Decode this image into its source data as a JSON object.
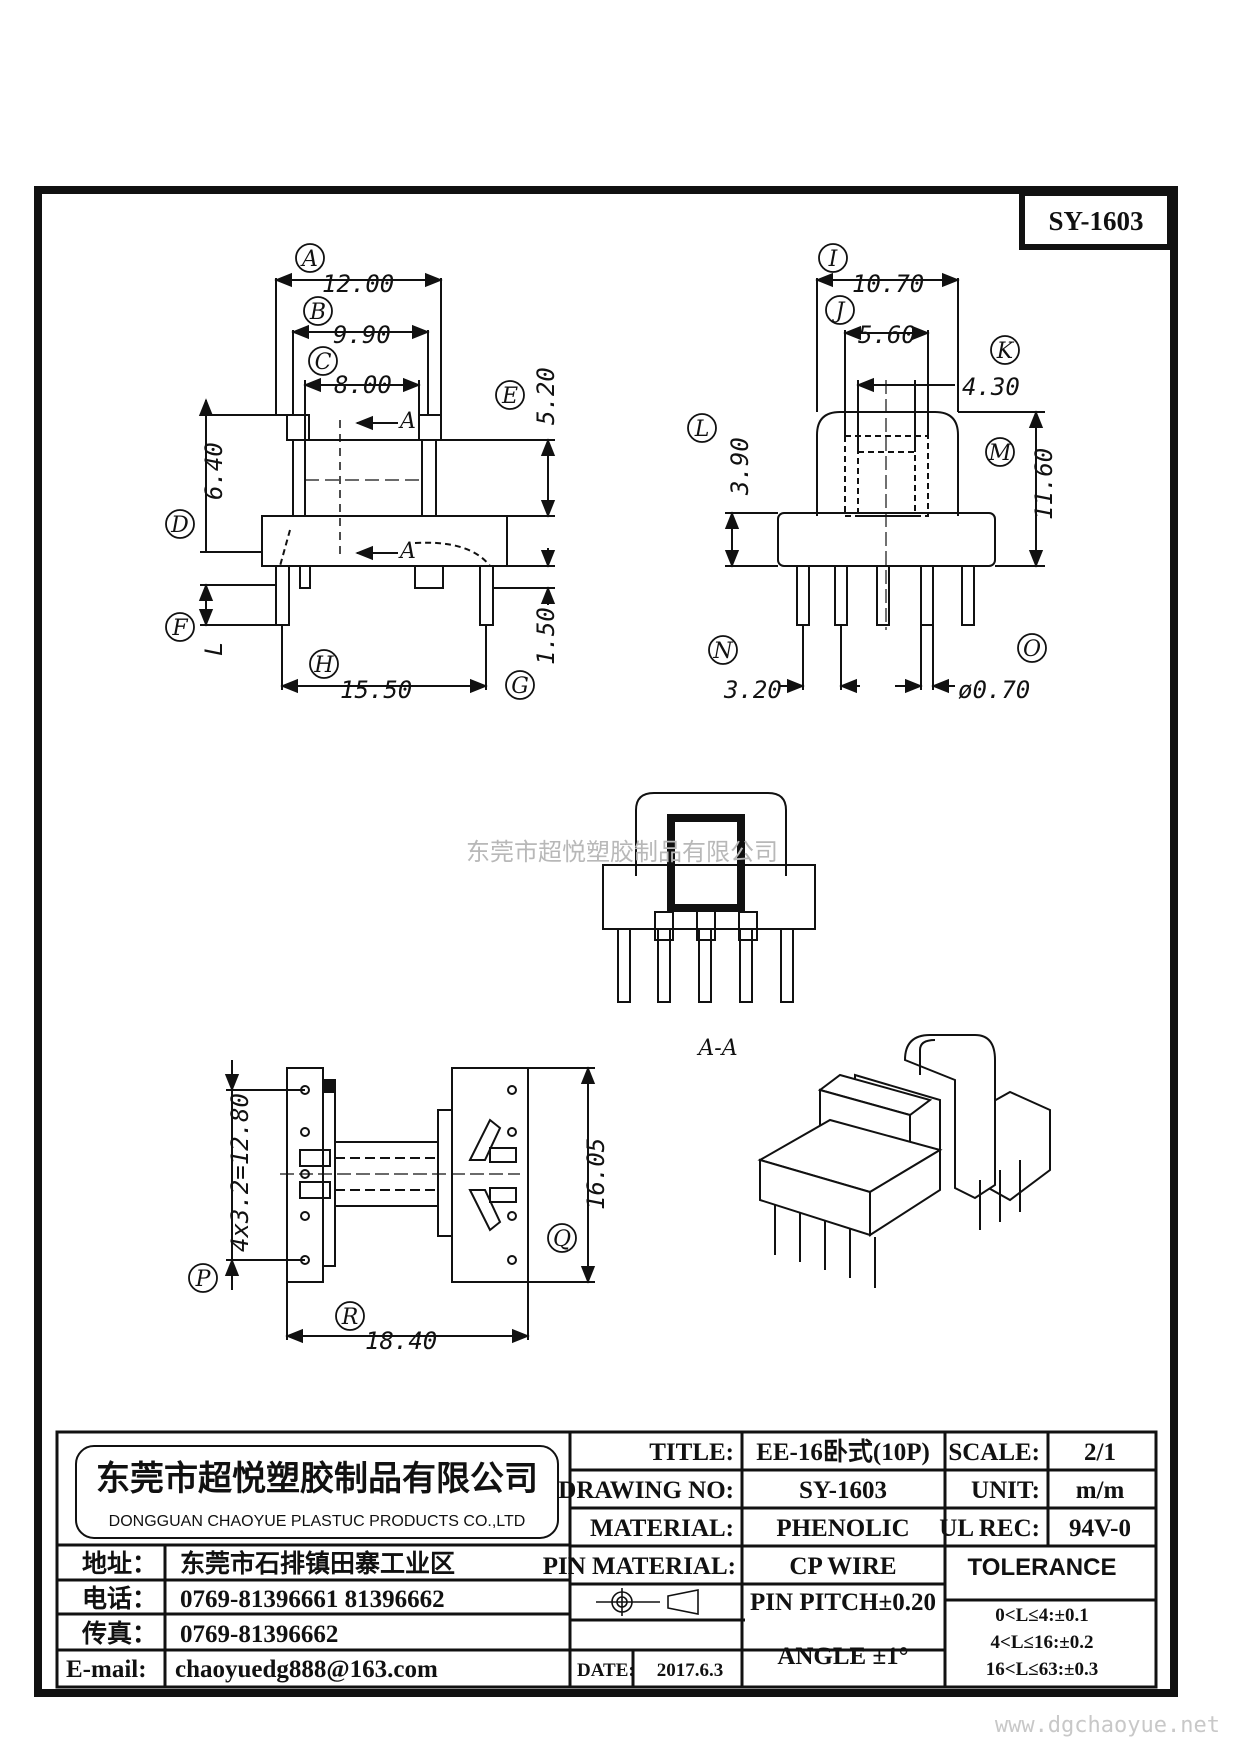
{
  "drawing_code": "SY-1603",
  "front_view": {
    "dim_A": "12.00",
    "dim_B": "9.90",
    "dim_C": "8.00",
    "dim_D": "6.40",
    "dim_E": "5.20",
    "dim_F": "L",
    "dim_G": "1.50",
    "dim_H": "15.50",
    "section_mark": "A",
    "letters": [
      "A",
      "B",
      "C",
      "D",
      "E",
      "F",
      "G",
      "H"
    ]
  },
  "side_view": {
    "dim_I": "10.70",
    "dim_J": "5.60",
    "dim_K": "4.30",
    "dim_L": "3.90",
    "dim_M": "11.60",
    "dim_N": "3.20",
    "dim_O": "ø0.70",
    "letters": [
      "I",
      "J",
      "K",
      "L",
      "M",
      "N",
      "O"
    ]
  },
  "section_view": {
    "label": "A-A"
  },
  "bottom_view": {
    "dim_P": "4x3.2=12.80",
    "dim_Q": "16.05",
    "dim_R": "18.40",
    "letters": [
      "P",
      "Q",
      "R"
    ]
  },
  "watermark": "东莞市超悦塑胶制品有限公司",
  "watermark_url": "www.dgchaoyue.net",
  "title_block": {
    "company_cn": "东莞市超悦塑胶制品有限公司",
    "company_en": "DONGGUAN CHAOYUE PLASTUC PRODUCTS CO.,LTD",
    "address_label": "地址：",
    "address": "东莞市石排镇田寨工业区",
    "phone_label": "电话：",
    "phone": "0769-81396661   81396662",
    "fax_label": "传真：",
    "fax": "0769-81396662",
    "email_label": "E-mail:",
    "email": "chaoyuedg888@163.com",
    "title_label": "TITLE:",
    "title": "EE-16卧式(10P)",
    "drawing_no_label": "DRAWING NO:",
    "drawing_no": "SY-1603",
    "material_label": "MATERIAL:",
    "material": "PHENOLIC",
    "pin_material_label": "PIN MATERIAL:",
    "pin_material": "CP WIRE",
    "date_label": "DATE:",
    "date": "2017.6.3",
    "pin_pitch": "PIN PITCH±0.20",
    "angle": "ANGLE  ±1°",
    "scale_label": "SCALE:",
    "scale": "2/1",
    "unit_label": "UNIT:",
    "unit": "m/m",
    "ul_label": "UL REC:",
    "ul": "94V-0",
    "tolerance_label": "TOLERANCE",
    "tolerances": [
      "0<L≤4:±0.1",
      "4<L≤16:±0.2",
      "16<L≤63:±0.3"
    ]
  }
}
